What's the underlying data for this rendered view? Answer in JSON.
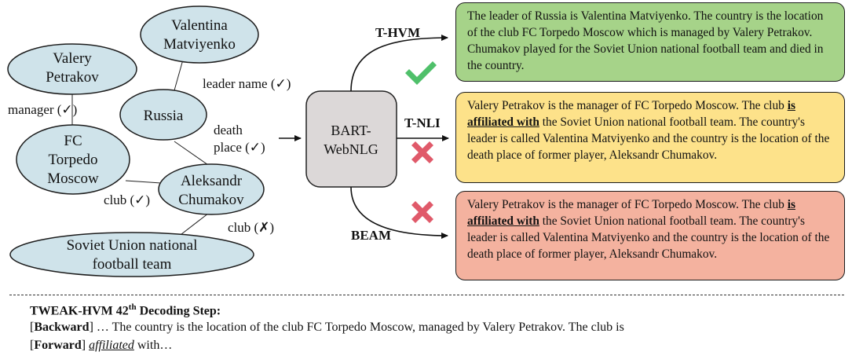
{
  "graph": {
    "nodes": {
      "valery_petrakov": [
        "Valery",
        "Petrakov"
      ],
      "valentina_matviyenko": [
        "Valentina",
        "Matviyenko"
      ],
      "russia": [
        "Russia"
      ],
      "fc_torpedo_moscow": [
        "FC",
        "Torpedo",
        "Moscow"
      ],
      "aleksandr_chumakov": [
        "Aleksandr",
        "Chumakov"
      ],
      "soviet_union_team": [
        "Soviet Union national",
        "football team"
      ]
    },
    "edges": {
      "manager": "manager (✓)",
      "leader_name": "leader name (✓)",
      "death_place": [
        "death",
        "place (✓)"
      ],
      "club_valid": "club (✓)",
      "club_invalid": "club (✗)"
    }
  },
  "model": {
    "label": [
      "BART-",
      "WebNLG"
    ]
  },
  "methods": {
    "hvm": "T-HVM",
    "tnli": "T-NLI",
    "beam": "BEAM"
  },
  "marks": {
    "hvm": "check",
    "tnli": "cross",
    "beam": "cross"
  },
  "colors": {
    "node_fill": "#cfe3ea",
    "hvm_box": "#a6d389",
    "tnli_box": "#fde28a",
    "beam_box": "#f4b29f",
    "check_mark": "#4fc06a",
    "cross_mark": "#e05a6a",
    "model_box": "#dcd8d8"
  },
  "outputs": {
    "hvm": {
      "text": "The leader of Russia is Valentina Matviyenko. The country is the location of the club FC Torpedo Moscow which is managed by Valery Petrakov. Chumakov played for the Soviet Union national football team and died in the country."
    },
    "tnli": {
      "pre": "Valery Petrakov is the manager of FC Torpedo Moscow. The club ",
      "highlight": "is affiliated with",
      "post": " the Soviet Union national football team. The country's leader is called Valentina Matviyenko and the country is the location of the death place of former player, Aleksandr Chumakov."
    },
    "beam": {
      "pre": "Valery Petrakov is the manager of FC Torpedo Moscow. The club ",
      "highlight": "is affiliated with",
      "post": " the Soviet Union national football team. The country's leader is called Valentina Matviyenko and the country is the location of the death place of former player, Aleksandr Chumakov."
    }
  },
  "decoding": {
    "heading_pre": "TWEAK-HVM 42",
    "heading_sup": "th",
    "heading_post": " Decoding Step:",
    "backward_label": "Backward",
    "backward_text": " … The country is the location of the club FC Torpedo Moscow, managed by Valery Petrakov. The club is",
    "forward_label": "Forward",
    "forward_word": "affiliated",
    "forward_rest": " with…"
  }
}
